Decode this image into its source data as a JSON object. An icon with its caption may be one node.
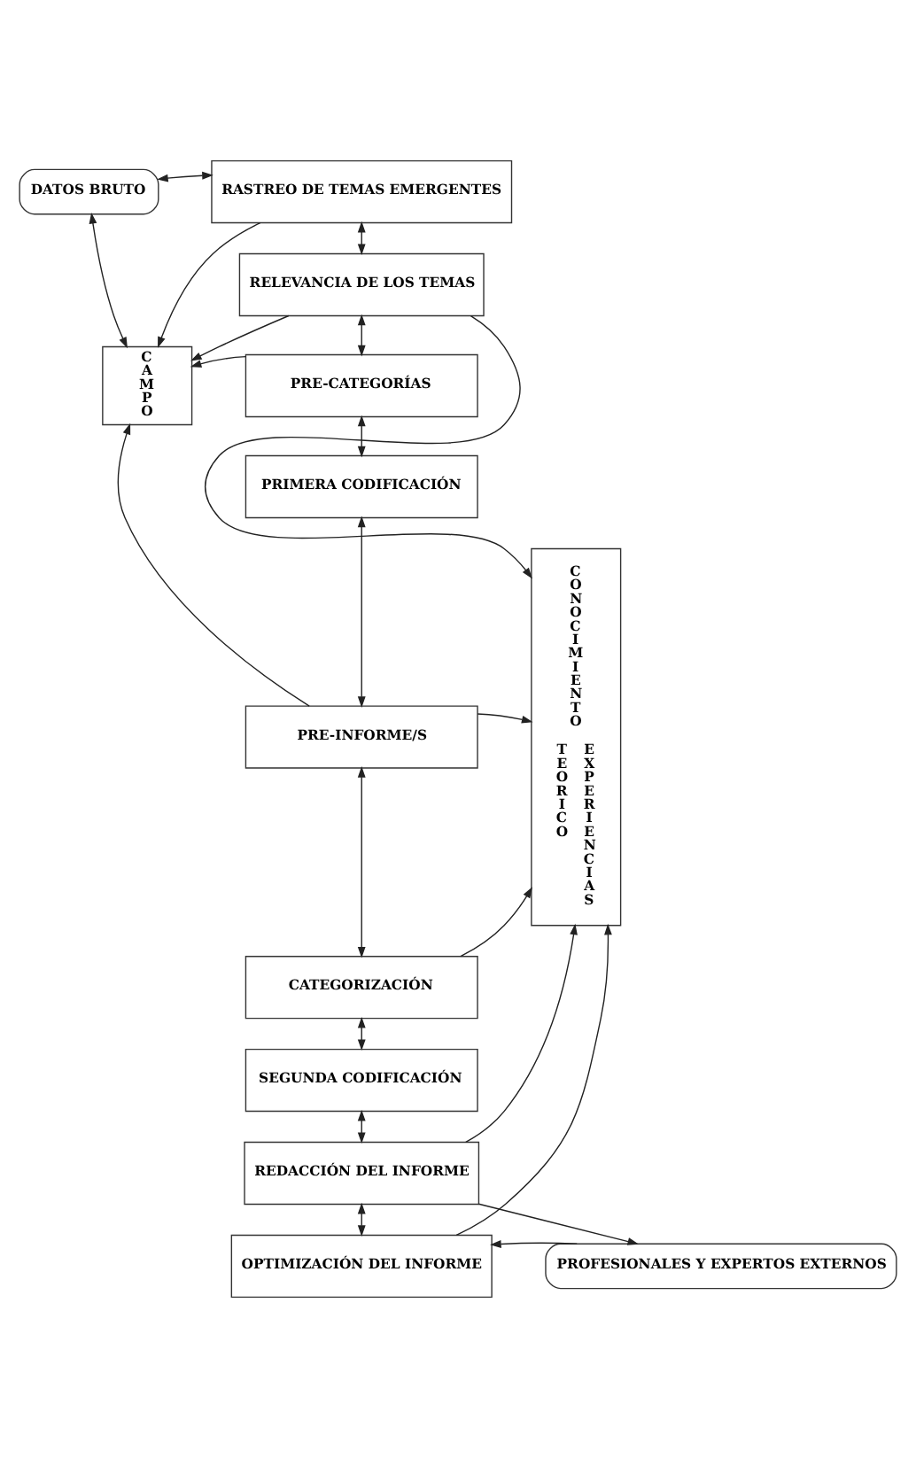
{
  "diagram": {
    "nodes": [
      {
        "text": [
          "DATOS BRUTO"
        ]
      },
      {
        "text": [
          "RASTREO DE TEMAS EMERGENTES"
        ]
      },
      {
        "text": [
          "CAMPO"
        ]
      },
      {
        "text": [
          "RELEVANCIA DE LOS TEMAS"
        ]
      },
      {
        "text": [
          "CONOCIMIENTO",
          "TEORICO",
          "EXPERIENCIAS"
        ]
      },
      {
        "text": [
          "PRE-CATEGORÍAS"
        ]
      },
      {
        "text": [
          "PRIMERA CODIFICACIÓN"
        ]
      },
      {
        "text": [
          "PRE-INFORME/S"
        ]
      },
      {
        "text": [
          "CATEGORIZACIÓN"
        ]
      },
      {
        "text": [
          "SEGUNDA CODIFICACIÓN"
        ]
      },
      {
        "text": [
          "REDACCIÓN DEL INFORME"
        ]
      },
      {
        "text": [
          "PROFESIONALES Y EXPERTOS EXTERNOS"
        ]
      },
      {
        "text": [
          "OPTIMIZACIÓN DEL INFORME"
        ]
      }
    ],
    "edges": [
      {
        "from": 0,
        "to": 1,
        "arrow": "both"
      },
      {
        "from": 0,
        "to": 2,
        "arrow": "both"
      },
      {
        "from": 1,
        "to": 3,
        "arrow": "both"
      },
      {
        "from": 1,
        "to": 2,
        "arrow": "to"
      },
      {
        "from": 3,
        "to": 2,
        "arrow": "to"
      },
      {
        "from": 3,
        "to": 4,
        "arrow": "to"
      },
      {
        "from": 3,
        "to": 5,
        "arrow": "both"
      },
      {
        "from": 5,
        "to": 2,
        "arrow": "to"
      },
      {
        "from": 5,
        "to": 6,
        "arrow": "both"
      },
      {
        "from": 6,
        "to": 7,
        "arrow": "both"
      },
      {
        "from": 7,
        "to": 2,
        "arrow": "to"
      },
      {
        "from": 7,
        "to": 4,
        "arrow": "to"
      },
      {
        "from": 7,
        "to": 8,
        "arrow": "both"
      },
      {
        "from": 8,
        "to": 4,
        "arrow": "to"
      },
      {
        "from": 8,
        "to": 9,
        "arrow": "both"
      },
      {
        "from": 9,
        "to": 10,
        "arrow": "both"
      },
      {
        "from": 10,
        "to": 4,
        "arrow": "to"
      },
      {
        "from": 10,
        "to": 12,
        "arrow": "both"
      },
      {
        "from": 10,
        "to": 11,
        "arrow": "to"
      },
      {
        "from": 12,
        "to": 4,
        "arrow": "to"
      },
      {
        "from": 11,
        "to": 12,
        "arrow": "to"
      }
    ]
  }
}
